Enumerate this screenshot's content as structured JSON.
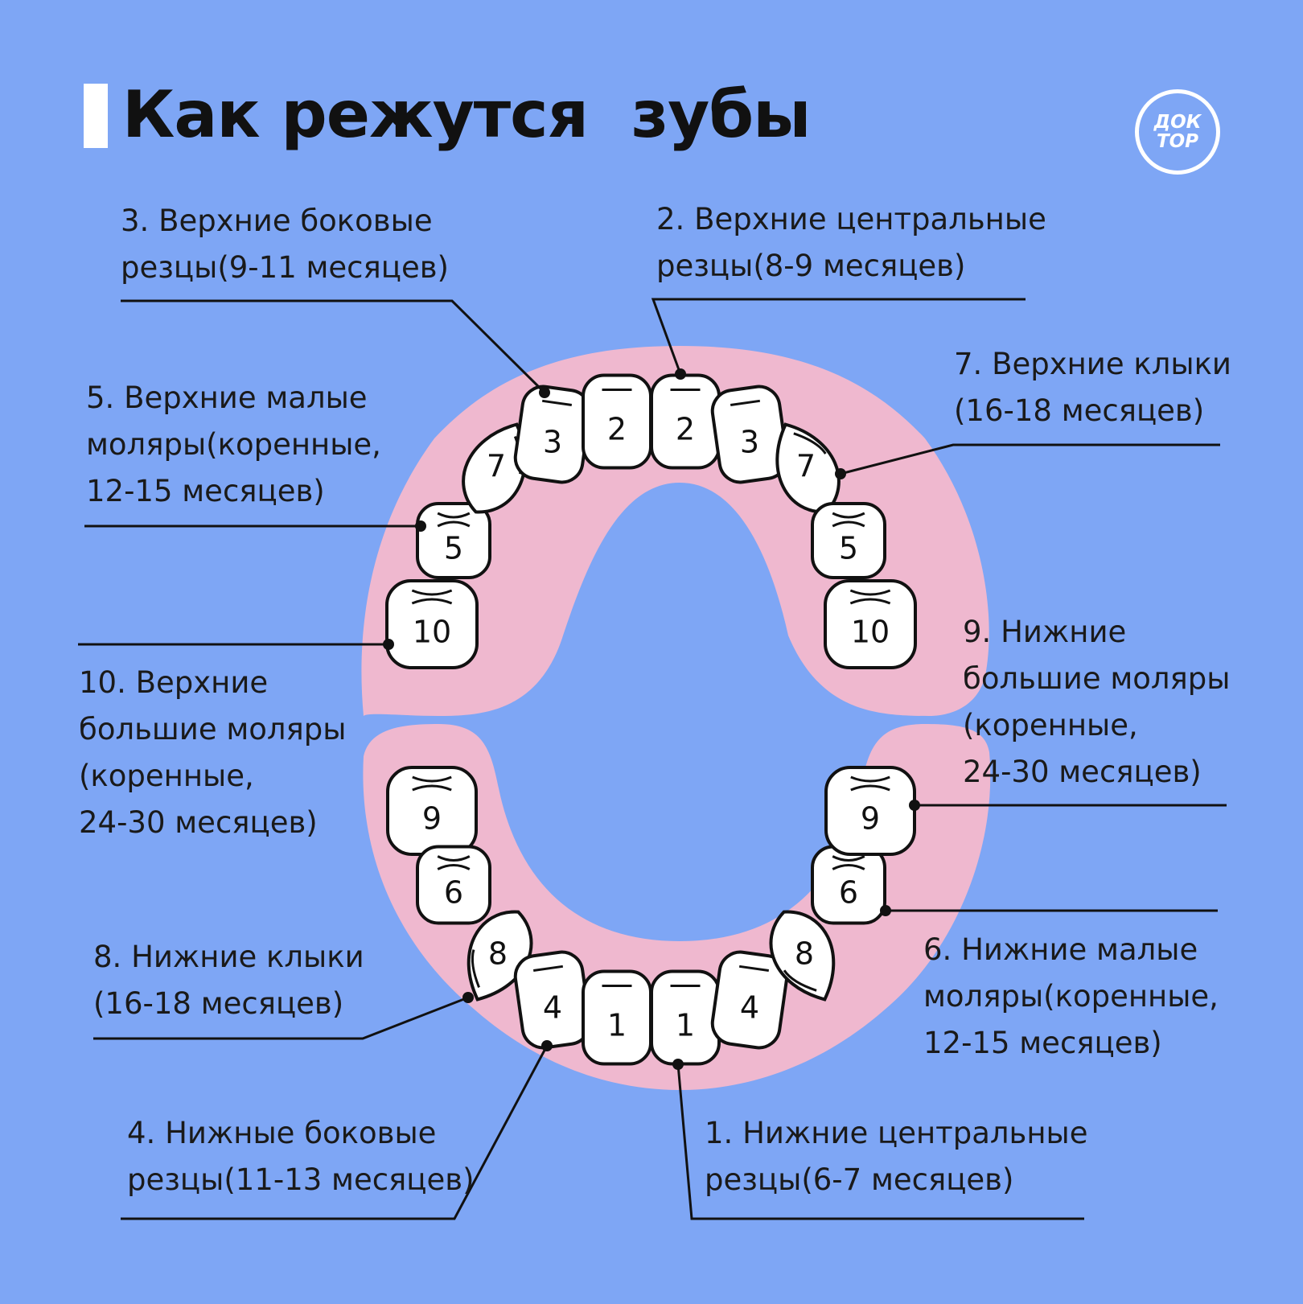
{
  "title": "Как режутся  зубы",
  "logo": {
    "line1": "ДОК",
    "line2": "ТОР"
  },
  "colors": {
    "background": "#7ea6f5",
    "gum": "#efb8cf",
    "tooth": "#ffffff",
    "outline": "#111111"
  },
  "labels": {
    "t3": [
      "3. Верхние боковые",
      "резцы(9-11 месяцев)"
    ],
    "t2": [
      "2. Верхние центральные",
      "резцы(8-9 месяцев)"
    ],
    "t7": [
      "7. Верхние клыки",
      "(16-18 месяцев)"
    ],
    "t5": [
      "5. Верхние малые",
      "моляры(коренные,",
      "12-15 месяцев)"
    ],
    "t10": [
      "10. Верхние",
      "большие моляры",
      "(коренные,",
      "24-30 месяцев)"
    ],
    "t9": [
      "9. Нижние",
      "большие моляры",
      "(коренные,",
      "24-30 месяцев)"
    ],
    "t8": [
      "8. Нижние клыки",
      "(16-18 месяцев)"
    ],
    "t6": [
      "6. Нижние малые",
      "моляры(коренные,",
      "12-15 месяцев)"
    ],
    "t4": [
      "4. Нижные боковые",
      "резцы(11-13 месяцев)"
    ],
    "t1": [
      "1. Нижние центральные",
      "резцы(6-7 месяцев)"
    ]
  },
  "teeth": {
    "upper": [
      "10",
      "5",
      "7",
      "3",
      "2",
      "2",
      "3",
      "7",
      "5",
      "10"
    ],
    "lower": [
      "9",
      "6",
      "8",
      "4",
      "1",
      "1",
      "4",
      "8",
      "6",
      "9"
    ]
  }
}
